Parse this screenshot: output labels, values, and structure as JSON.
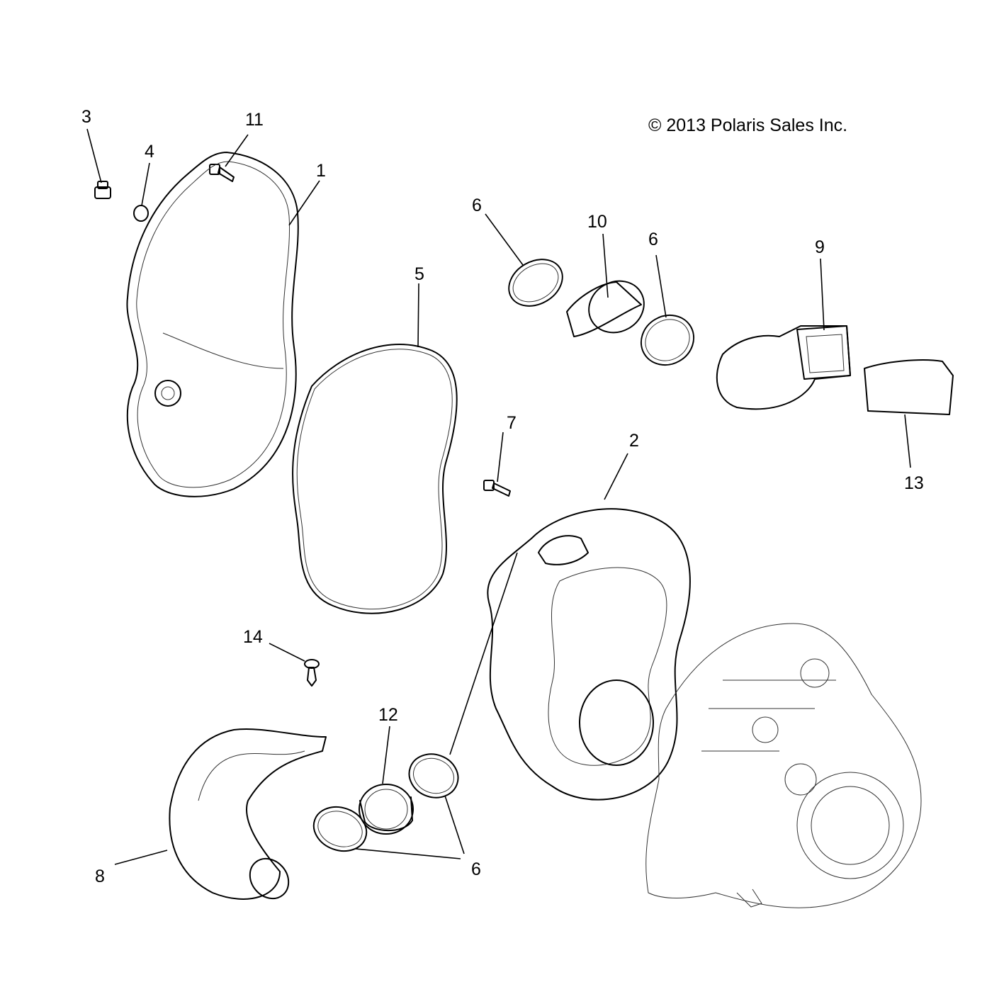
{
  "copyright": "© 2013 Polaris Sales Inc.",
  "callouts": {
    "c1": "1",
    "c2": "2",
    "c3": "3",
    "c4": "4",
    "c5": "5",
    "c6a": "6",
    "c6b": "6",
    "c6c": "6",
    "c7": "7",
    "c8": "8",
    "c9": "9",
    "c10": "10",
    "c11": "11",
    "c12": "12",
    "c13": "13",
    "c14": "14"
  }
}
